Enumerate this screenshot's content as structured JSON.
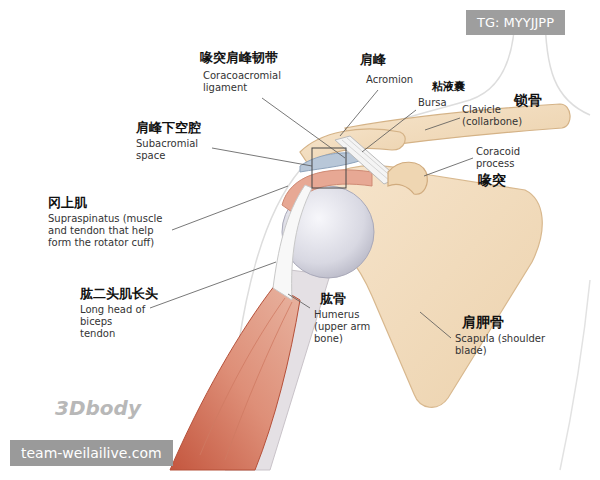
{
  "diagram": {
    "nodes": [
      {
        "text": [
          "TG: MYYJJPP"
        ]
      },
      {
        "text": [
          "team-weilailive.com"
        ]
      }
    ],
    "labels": [
      "喙突肩峰韧带",
      "Coracoacromial ligament",
      "肩峰",
      "Acromion",
      "粘液囊",
      "Bursa",
      "Clavicle (collarbone)",
      "锁骨",
      "Coracoid process",
      "喙突",
      "肩峰下空腔",
      "Subacromial space",
      "冈上肌",
      "Supraspinatus (muscle and tendon that help form the rotator cuff)",
      "肱二头肌长头",
      "Long head of biceps tendon",
      "肱骨",
      "Humerus (upper arm bone)",
      "肩胛骨",
      "Scapula (shoulder blade)",
      "3Dbody"
    ]
  }
}
